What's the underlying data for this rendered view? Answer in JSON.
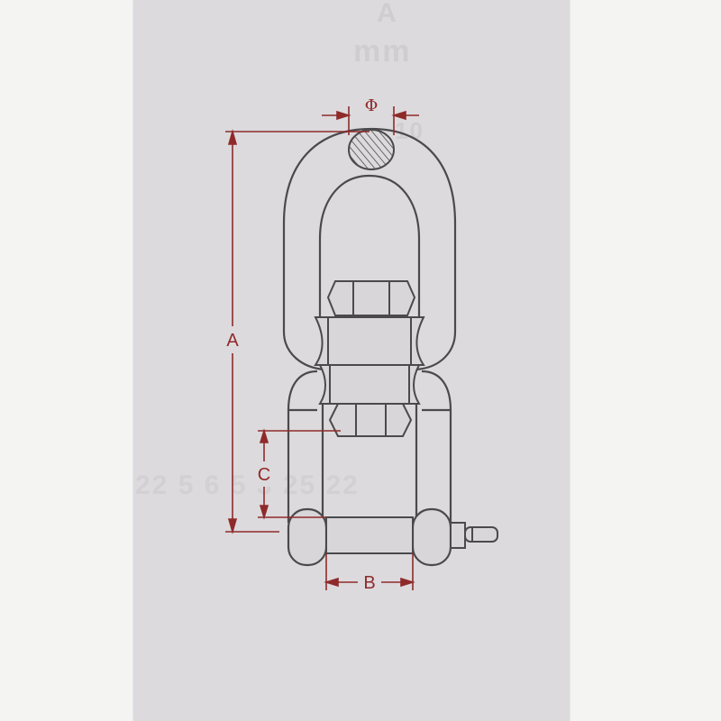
{
  "background_text": {
    "top_letter": "A",
    "unit": "mm",
    "value": "10",
    "row": "22  5 6 5  3 25  22"
  },
  "dimensions": {
    "A": "A",
    "B": "B",
    "C": "C",
    "phi": "Φ"
  },
  "colors": {
    "dimension_line": "#8f2a2a",
    "outline": "#4a4a4c",
    "card": "#dcdadd"
  }
}
